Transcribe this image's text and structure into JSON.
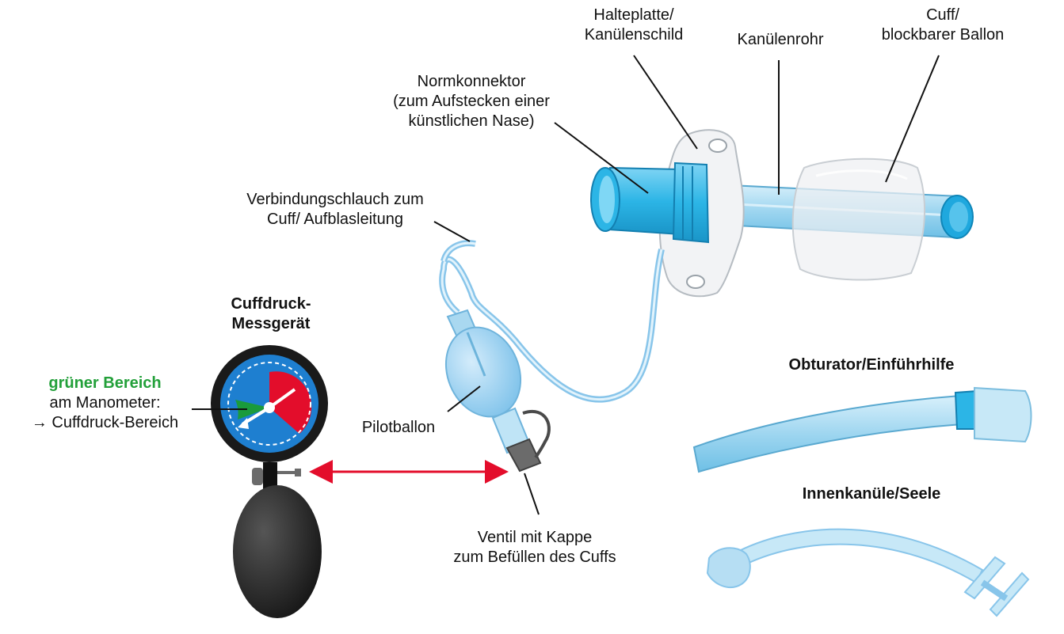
{
  "labels": {
    "halteplatte": [
      "Halteplatte/",
      "Kanülenschild"
    ],
    "kanuelenrohr": "Kanülenrohr",
    "cuff": [
      "Cuff/",
      "blockbarer Ballon"
    ],
    "normkonnektor": [
      "Normkonnektor",
      "(zum Aufstecken einer",
      "künstlichen Nase)"
    ],
    "verbindungsschlauch": [
      "Verbindungschlauch zum",
      "Cuff/ Aufblasleitung"
    ],
    "cuffdruck": [
      "Cuffdruck-",
      "Messgerät"
    ],
    "gruener_bereich": {
      "highlight": "grüner Bereich",
      "line2": "am Manometer:",
      "line3": "→ Cuffdruck-Bereich"
    },
    "pilotballon": "Pilotballon",
    "ventil": [
      "Ventil mit Kappe",
      "zum Befüllen des Cuffs"
    ],
    "obturator": "Obturator/Einführhilfe",
    "innenkanuele": "Innenkanüle/Seele"
  },
  "colors": {
    "tube_blue": "#a9d8f0",
    "connector_blue": "#29b6e6",
    "gauge_dial": "#1e7fd0",
    "gauge_red": "#e30d2b",
    "gauge_green": "#1a9b3c",
    "highlight_green": "#23a03a",
    "double_arrow": "#e30d2b",
    "bulb_black": "#1f1f1f"
  }
}
